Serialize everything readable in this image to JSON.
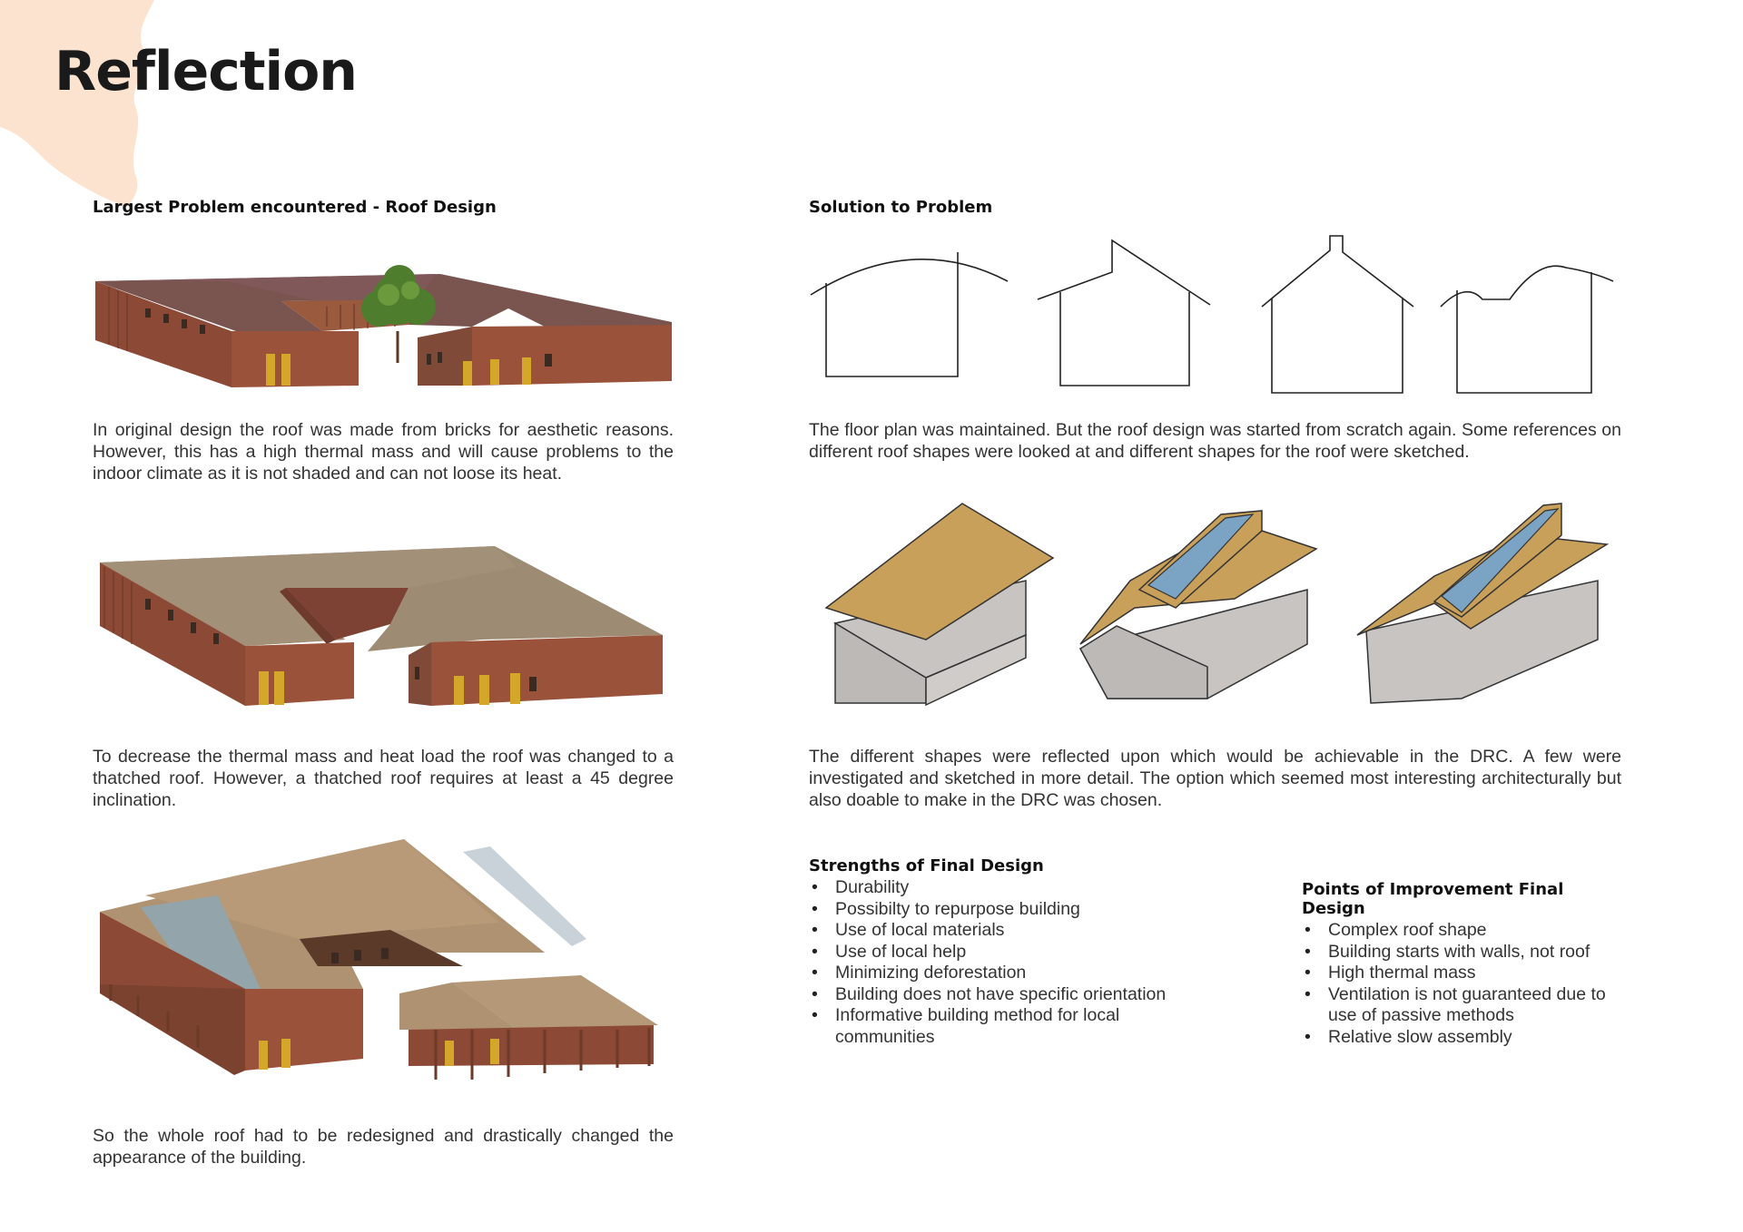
{
  "page": {
    "title": "Reflection"
  },
  "left": {
    "heading": "Largest Problem encountered - Roof Design",
    "paragraph_1": "In original design the roof was made from bricks for aesthetic reasons. However, this has a high thermal mass and will cause problems to the indoor climate as it is not shaded and can not loose its heat.",
    "paragraph_2": "To decrease the thermal mass and heat load the roof was changed to a thatched roof. However, a thatched roof requires at least a 45 degree inclination.",
    "paragraph_3": "So the whole roof had to be redesigned and drastically changed the appearance of the building."
  },
  "right": {
    "heading": "Solution to Problem",
    "paragraph_1": "The floor plan was maintained. But the roof design was started from scratch again. Some references on different roof shapes were looked at and different shapes for the roof were sketched.",
    "paragraph_2": "The different shapes were reflected upon which would be achievable in the DRC. A few were investigated and sketched in more detail. The option which seemed most interesting architecturally but also doable to make in the DRC was chosen."
  },
  "strengths": {
    "heading": "Strengths of Final Design",
    "items": [
      "Durability",
      "Possibilty to repurpose building",
      "Use of local materials",
      "Use of local help",
      "Minimizing deforestation",
      "Building does not have specific orientation",
      "Informative building method for local communities"
    ]
  },
  "improvements": {
    "heading": "Points of Improvement Final Design",
    "items": [
      "Complex roof shape",
      "Building starts with walls, not roof",
      "High thermal mass",
      "Ventilation is not guaranteed due to use of passive methods",
      "Relative slow assembly"
    ]
  },
  "colors": {
    "background": "#ffffff",
    "corner_blob": "#fbe3cf",
    "brick_wall": "#8c4a36",
    "brick_roof": "#7a5550",
    "thatch_roof": "#9d8b73",
    "door_yellow": "#d4a62a",
    "sketch_roof": "#c9a05a",
    "sketch_wall": "#c8c4c2",
    "skylight_blue": "#7aa3c4"
  }
}
